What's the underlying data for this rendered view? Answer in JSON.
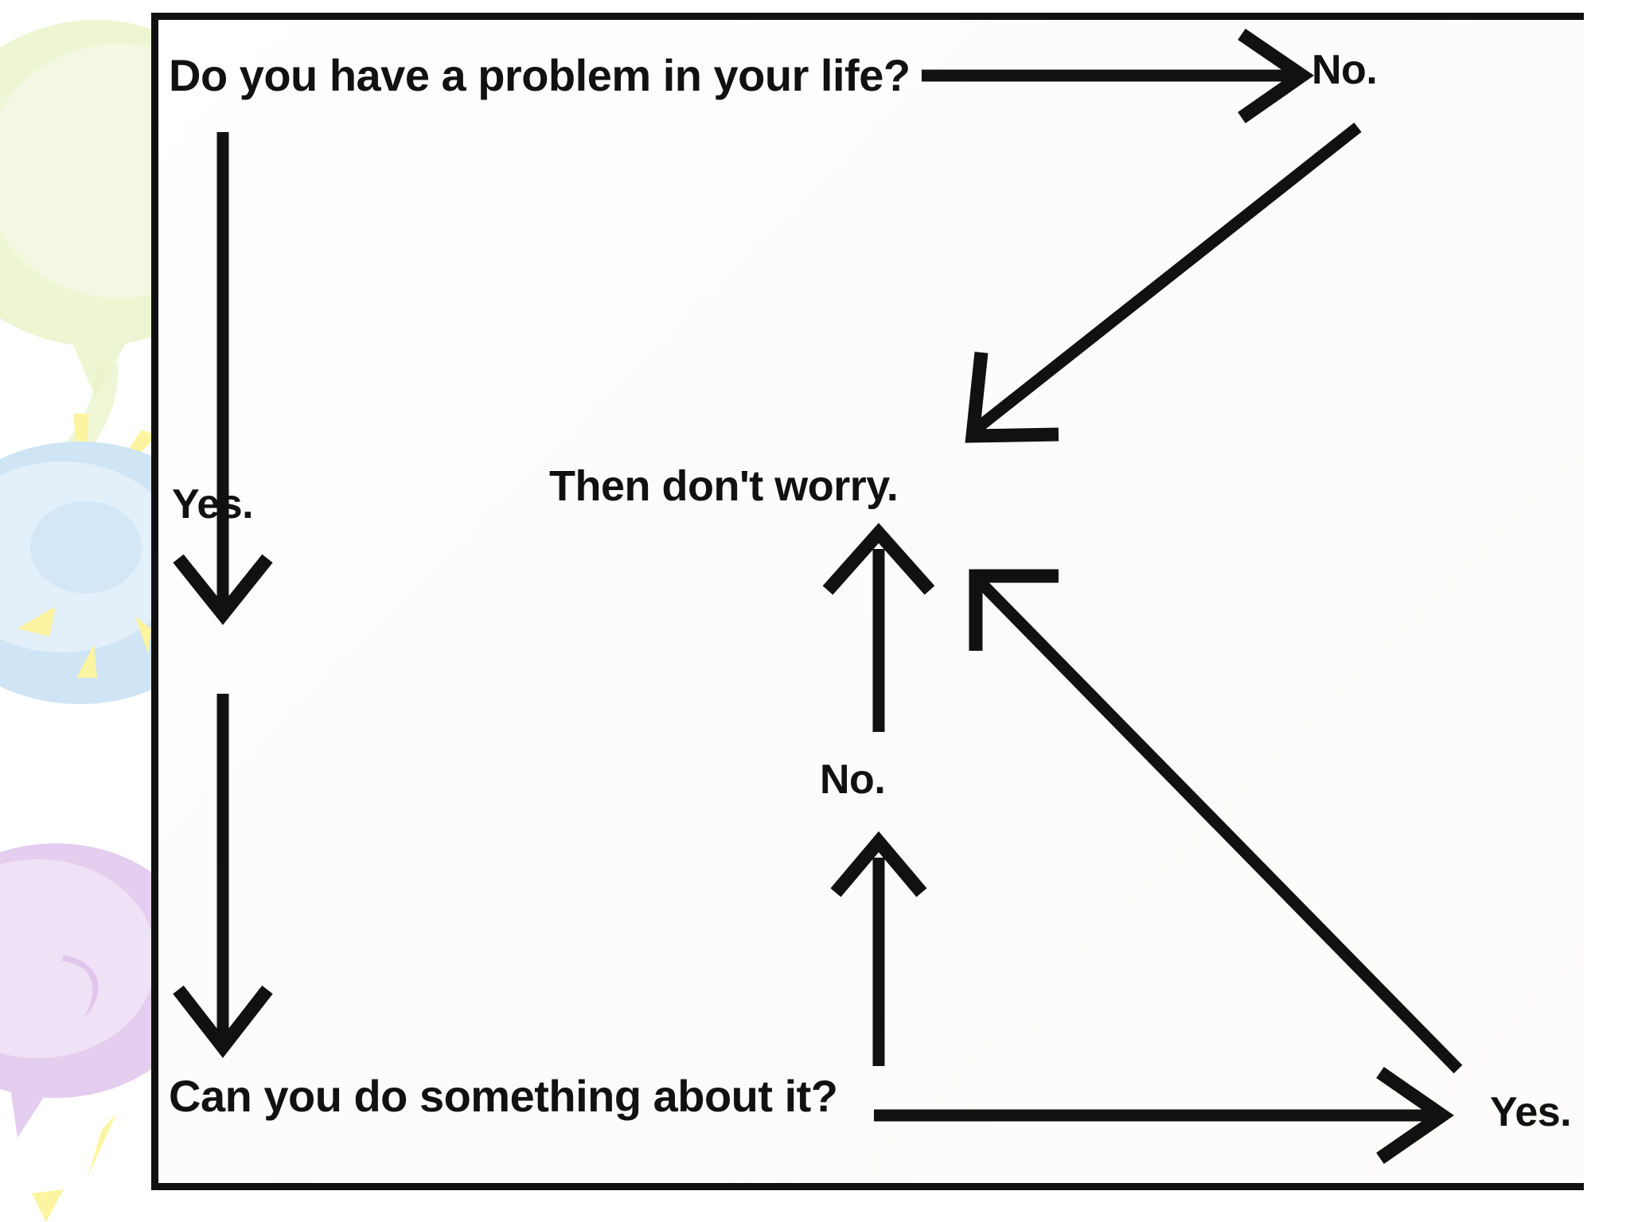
{
  "panel": {
    "background_color": "#fdfdfd",
    "border_color": "#111111"
  },
  "backdrop": {
    "green_bubble_color": "#eaf3c8",
    "blue_bubble_color": "#cfe5f5",
    "purple_bubble_color": "#e4cdee",
    "ray_color": "#fcf4a0",
    "page_color": "#ffffff"
  },
  "flowchart": {
    "type": "decision-flowchart",
    "title": "Worry flowchart",
    "nodes": [
      {
        "id": "q-problem",
        "text": "Do you have a problem in your life?",
        "role": "question"
      },
      {
        "id": "a-no-top",
        "text": "No.",
        "role": "answer"
      },
      {
        "id": "s-dontworry",
        "text": "Then don't worry.",
        "role": "statement"
      },
      {
        "id": "a-yes-left",
        "text": "Yes.",
        "role": "answer"
      },
      {
        "id": "a-no-mid",
        "text": "No.",
        "role": "answer"
      },
      {
        "id": "q-something",
        "text": "Can you do something about it?",
        "role": "question"
      },
      {
        "id": "a-yes-bot",
        "text": "Yes.",
        "role": "answer"
      }
    ],
    "edges": [
      {
        "id": "edge-problem-to-no",
        "from": "q-problem",
        "to": "a-no-top",
        "direction": "right"
      },
      {
        "id": "edge-no-to-dontworry",
        "from": "a-no-top",
        "to": "s-dontworry",
        "direction": "down-left"
      },
      {
        "id": "edge-problem-to-yes",
        "from": "q-problem",
        "to": "a-yes-left",
        "direction": "down"
      },
      {
        "id": "edge-yes-to-something",
        "from": "a-yes-left",
        "to": "q-something",
        "direction": "down"
      },
      {
        "id": "edge-something-to-no",
        "from": "q-something",
        "to": "a-no-mid",
        "direction": "up"
      },
      {
        "id": "edge-no-to-dontworry-up",
        "from": "a-no-mid",
        "to": "s-dontworry",
        "direction": "up"
      },
      {
        "id": "edge-something-to-yes",
        "from": "q-something",
        "to": "a-yes-bot",
        "direction": "right"
      },
      {
        "id": "edge-yes-to-dontworry",
        "from": "a-yes-bot",
        "to": "s-dontworry",
        "direction": "up-left"
      }
    ],
    "stroke_color": "#111111"
  }
}
